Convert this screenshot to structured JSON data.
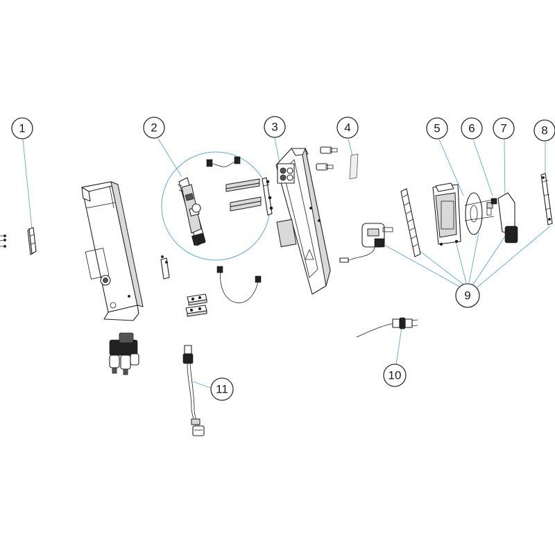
{
  "callouts": [
    {
      "label": "1"
    },
    {
      "label": "2"
    },
    {
      "label": "3"
    },
    {
      "label": "4"
    },
    {
      "label": "5"
    },
    {
      "label": "6"
    },
    {
      "label": "7"
    },
    {
      "label": "8"
    },
    {
      "label": "9"
    },
    {
      "label": "10"
    },
    {
      "label": "11"
    }
  ],
  "colors": {
    "leader": "#5aa9d6",
    "outline": "#1e1e1e",
    "fill": "#ffffff"
  }
}
